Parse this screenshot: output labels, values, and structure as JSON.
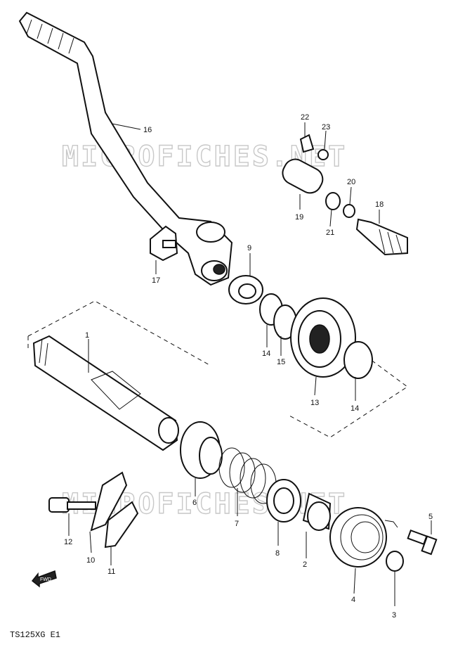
{
  "watermark": "MICROFICHES.NET",
  "model_code": "TS125XG E1",
  "fwd_label": "FWD",
  "callouts": [
    "1",
    "2",
    "3",
    "4",
    "5",
    "6",
    "7",
    "8",
    "9",
    "10",
    "11",
    "12",
    "13",
    "14",
    "14",
    "15",
    "16",
    "17",
    "18",
    "19",
    "20",
    "21",
    "22",
    "23"
  ]
}
